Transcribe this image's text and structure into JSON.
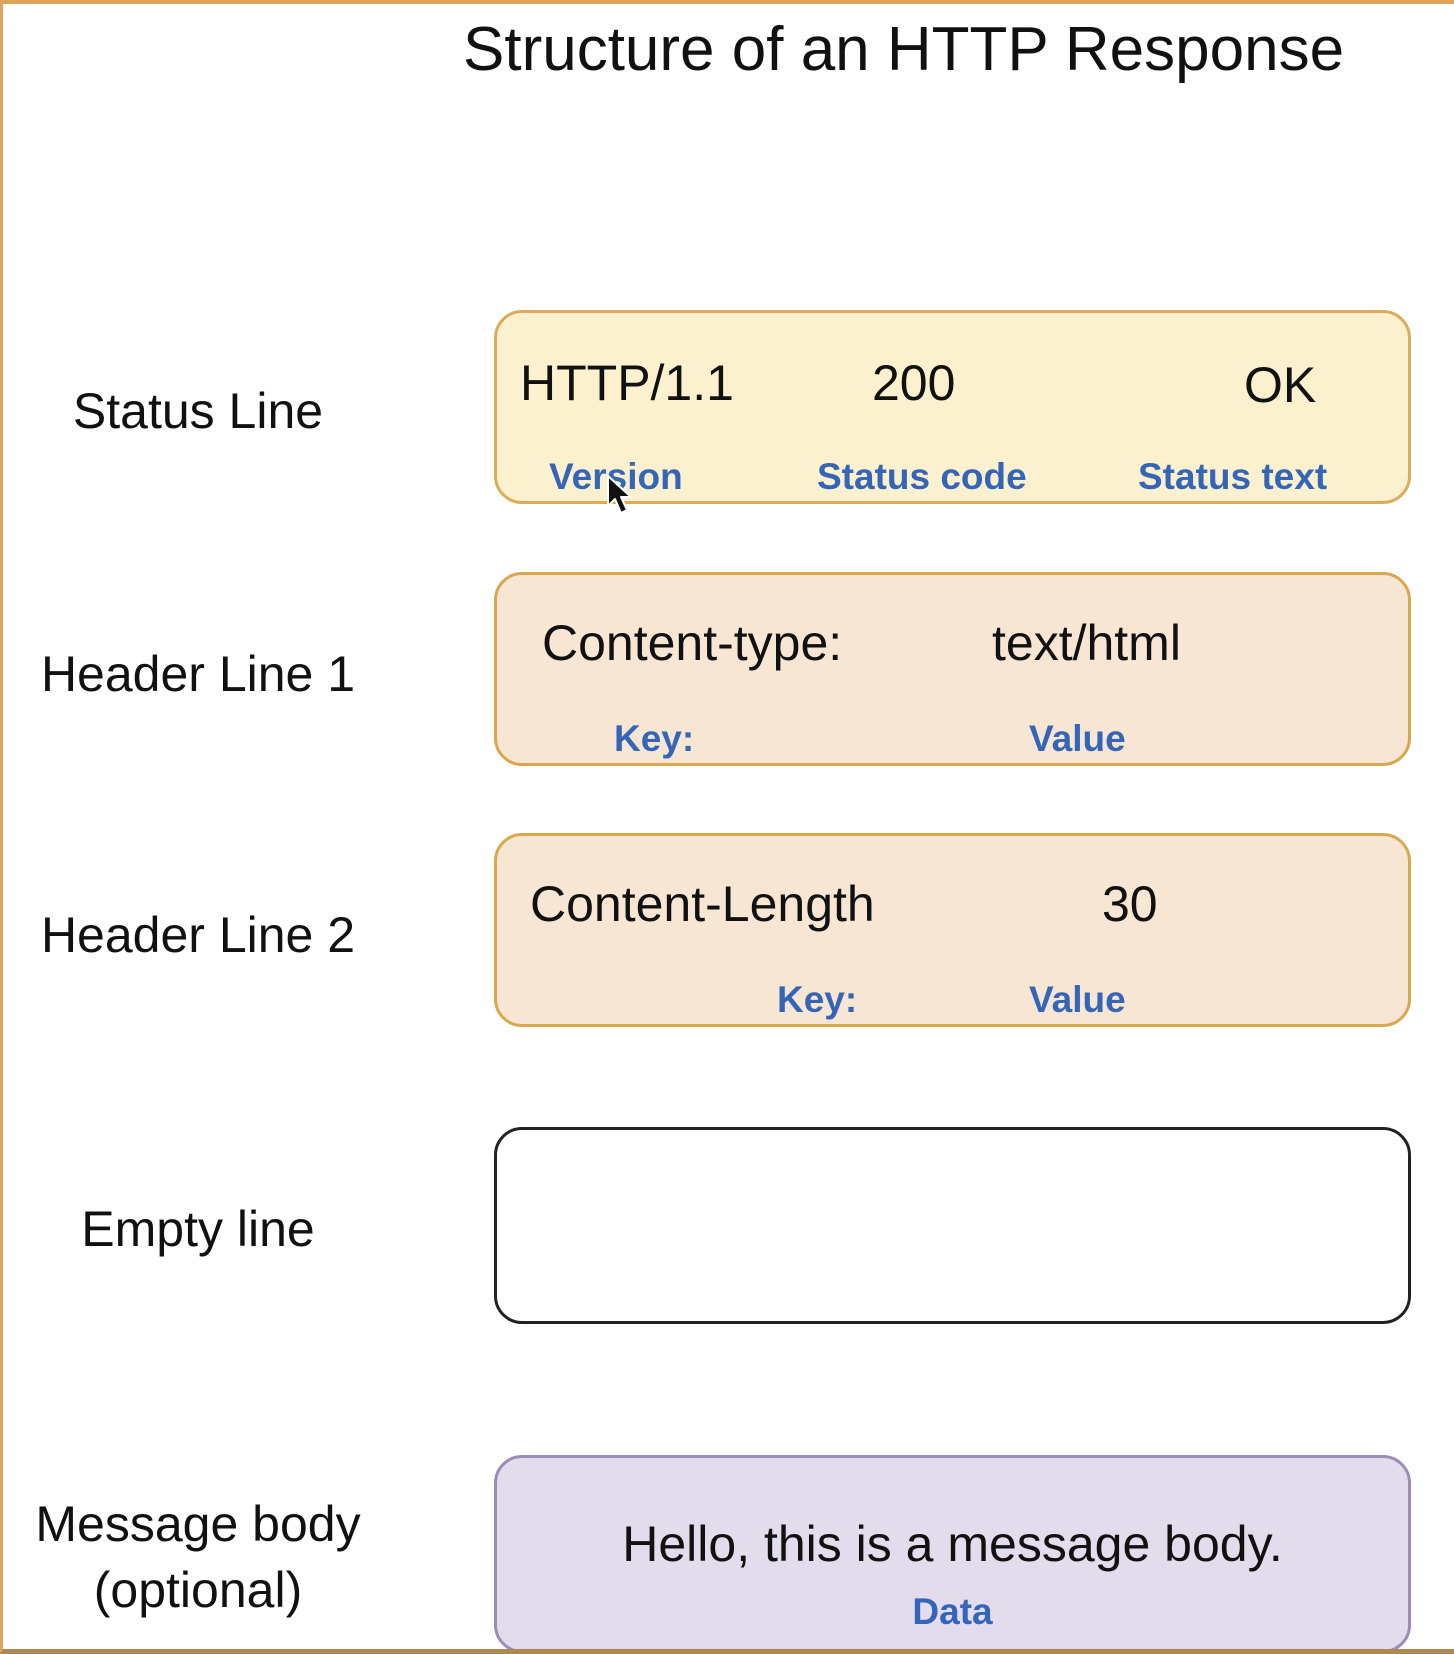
{
  "title": "Structure of an HTTP Response",
  "colors": {
    "status_fill": "#fbf1cf",
    "header_fill": "#f8e6d4",
    "border_gold": "#d9ad5a",
    "body_fill": "#e3dcec",
    "body_border": "#9b8db5",
    "label_blue": "#3565b7"
  },
  "rows": {
    "status": {
      "label": "Status Line",
      "version_value": "HTTP/1.1",
      "version_label": "Version",
      "code_value": "200",
      "code_label": "Status code",
      "text_value": "OK",
      "text_label": "Status text"
    },
    "header1": {
      "label": "Header Line 1",
      "key": "Content-type:",
      "key_label": "Key:",
      "value": "text/html",
      "value_label": "Value"
    },
    "header2": {
      "label": "Header Line 2",
      "key": "Content-Length",
      "key_label": "Key:",
      "value": "30",
      "value_label": "Value"
    },
    "empty": {
      "label": "Empty line"
    },
    "body": {
      "label_line1": "Message body",
      "label_line2": "(optional)",
      "content": "Hello, this is a message body.",
      "content_label": "Data"
    }
  },
  "cursor_icon": "mouse-pointer-icon"
}
